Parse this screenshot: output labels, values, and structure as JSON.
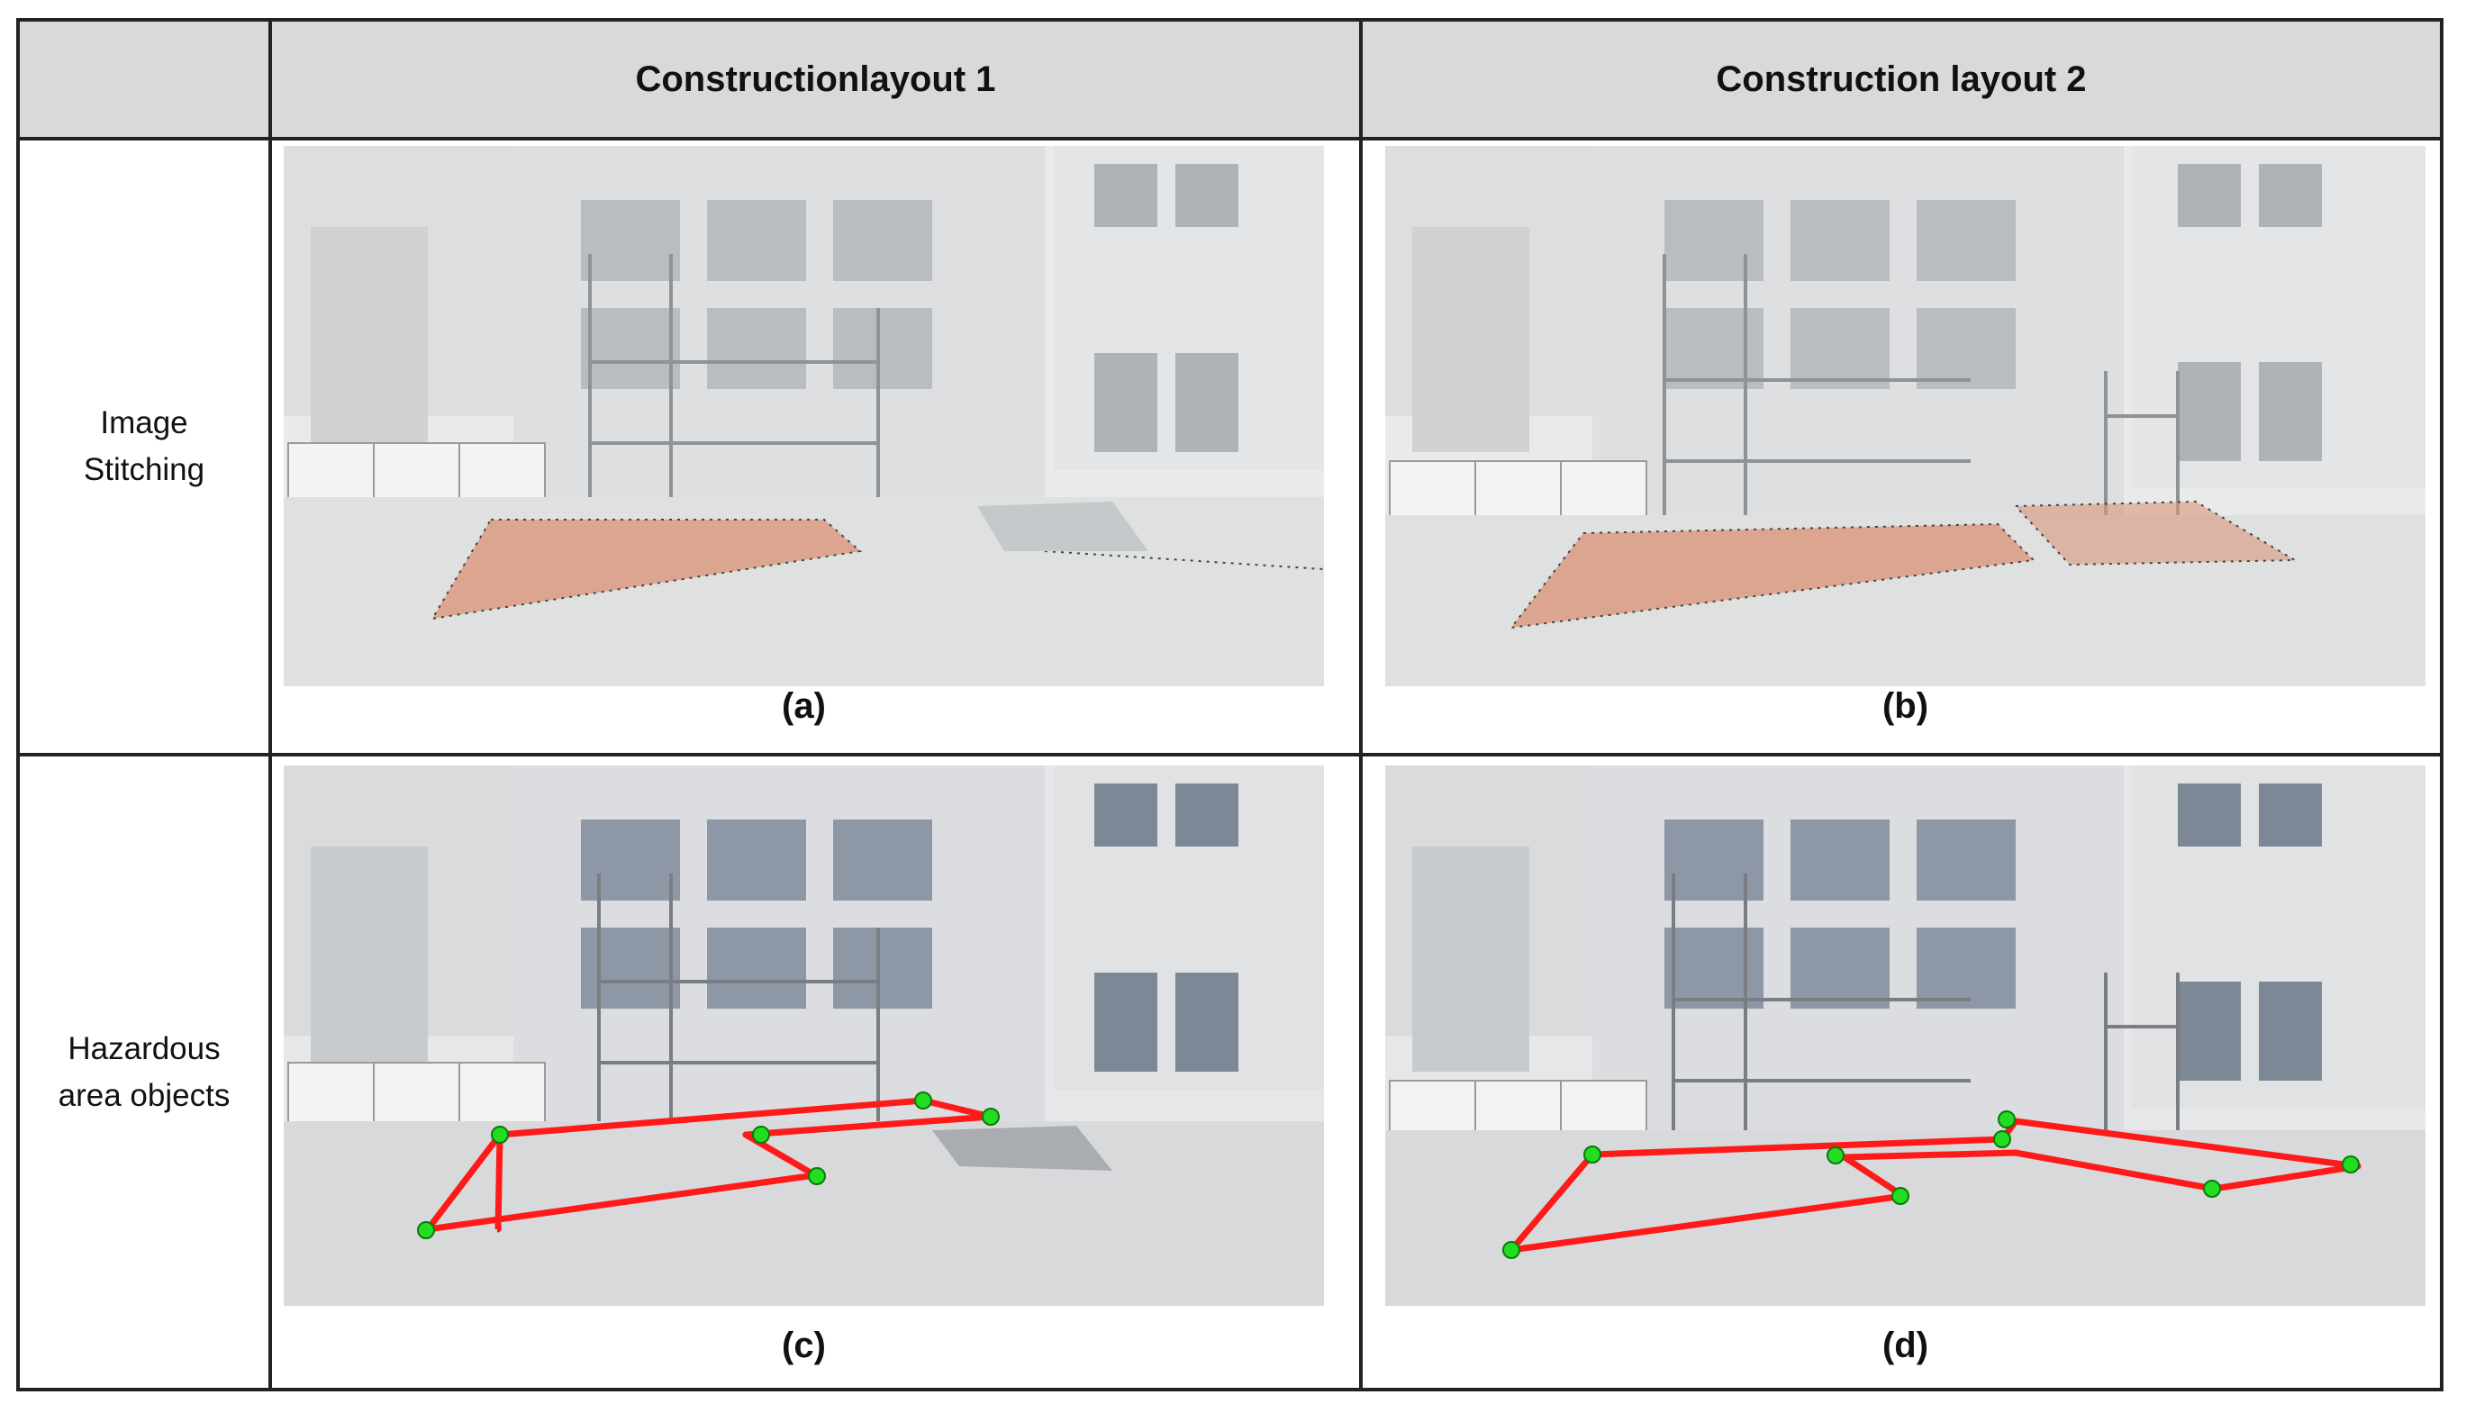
{
  "header": {
    "col1": "Constructionlayout 1",
    "col2": "Construction layout 2"
  },
  "rows": [
    {
      "label_line1": "Image",
      "label_line2": "Stitching"
    },
    {
      "label_line1": "Hazardous",
      "label_line2": "area objects"
    }
  ],
  "captions": {
    "a": "(a)",
    "b": "(b)",
    "c": "(c)",
    "d": "(d)"
  },
  "colors": {
    "header_bg": "#d9d9d9",
    "hazard_line": "#ff1a1a",
    "hazard_vertex": "#22dd22",
    "stitch_area": "#d9967a"
  }
}
